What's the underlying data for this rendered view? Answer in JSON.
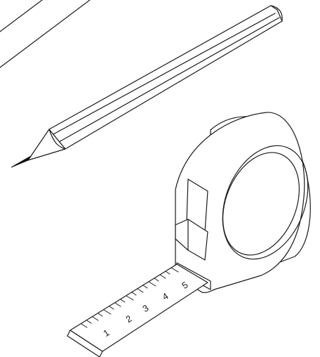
{
  "illustration": {
    "objects": [
      "paper-sheet",
      "pencil",
      "tape-measure"
    ],
    "line_color": "#1a1a1a",
    "fill_color": "#ffffff",
    "pencil_tip_color": "#111111"
  },
  "tape_measure": {
    "scale_numbers": [
      "1",
      "2",
      "3",
      "4",
      "5"
    ]
  }
}
